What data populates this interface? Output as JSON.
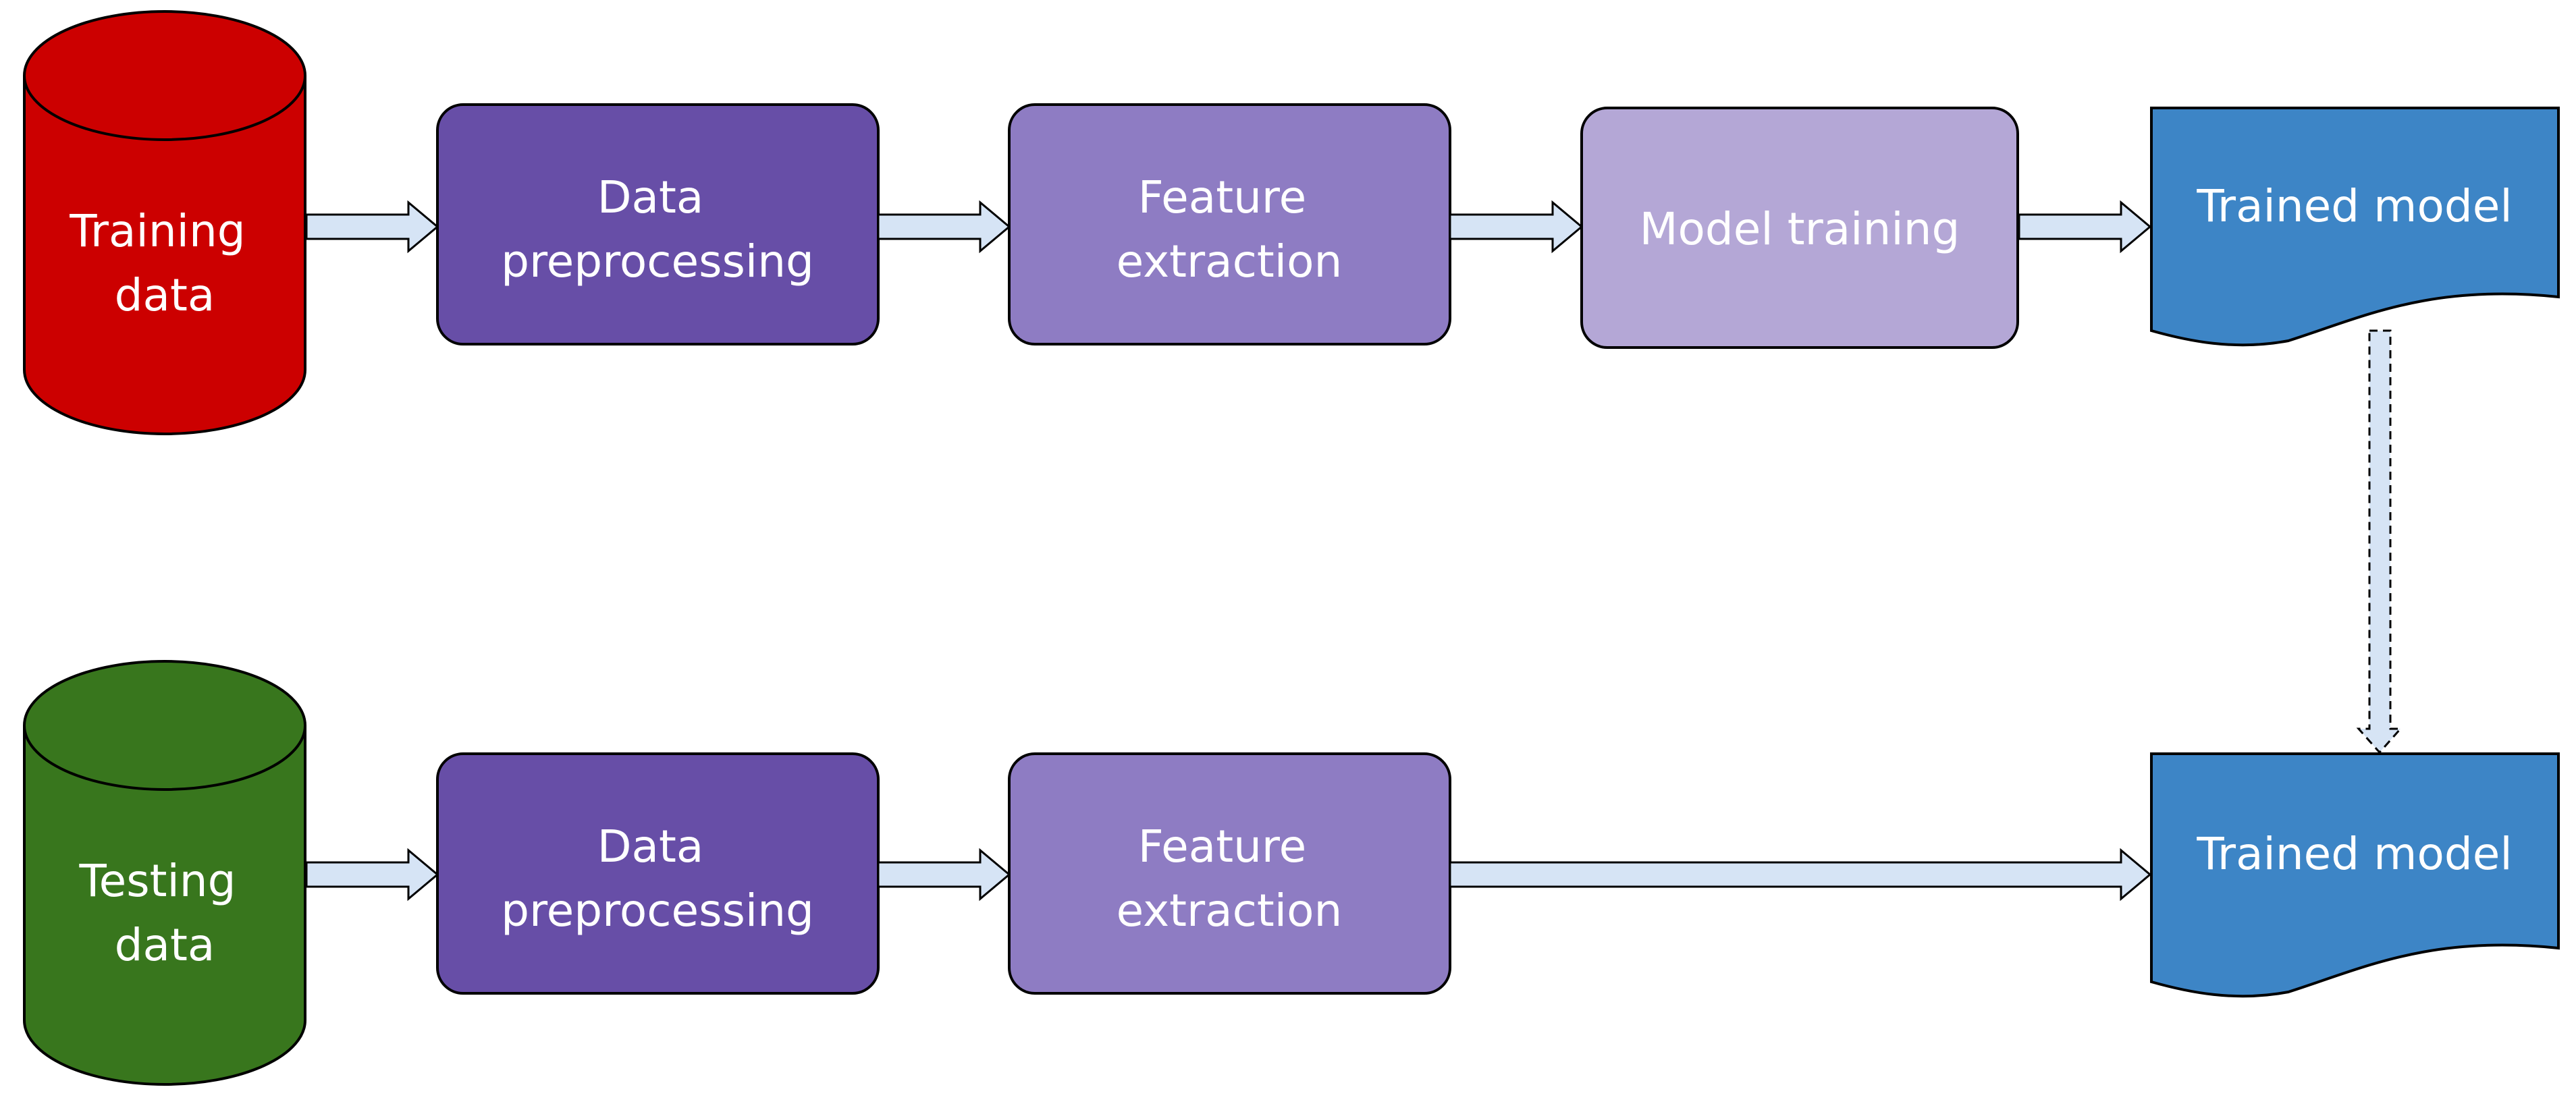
{
  "colors": {
    "training_db": "#cc0000",
    "testing_db": "#38761d",
    "preprocess": "#674ea7",
    "features": "#8e7cc3",
    "model_training": "#b4a7d6",
    "model_doc": "#3d85c6",
    "arrow_fill": "#d6e4f5",
    "outline": "#000000",
    "text": "#ffffff"
  },
  "train_row": {
    "source": [
      "Training",
      "data"
    ],
    "preprocess": [
      "Data",
      "preprocessing"
    ],
    "features": [
      "Feature",
      "extraction"
    ],
    "training": [
      "Model training"
    ],
    "output": [
      "Trained model"
    ]
  },
  "test_row": {
    "source": [
      "Testing",
      "data"
    ],
    "preprocess": [
      "Data",
      "preprocessing"
    ],
    "features": [
      "Feature",
      "extraction"
    ],
    "output": [
      "Trained model"
    ]
  },
  "connectors": [
    {
      "from": "train-source",
      "to": "train-preprocess",
      "style": "solid"
    },
    {
      "from": "train-preprocess",
      "to": "train-features",
      "style": "solid"
    },
    {
      "from": "train-features",
      "to": "model-training",
      "style": "solid"
    },
    {
      "from": "model-training",
      "to": "train-output",
      "style": "solid"
    },
    {
      "from": "train-output",
      "to": "test-output",
      "style": "dashed"
    },
    {
      "from": "test-source",
      "to": "test-preprocess",
      "style": "solid"
    },
    {
      "from": "test-preprocess",
      "to": "test-features",
      "style": "solid"
    },
    {
      "from": "test-features",
      "to": "test-output",
      "style": "solid"
    }
  ]
}
